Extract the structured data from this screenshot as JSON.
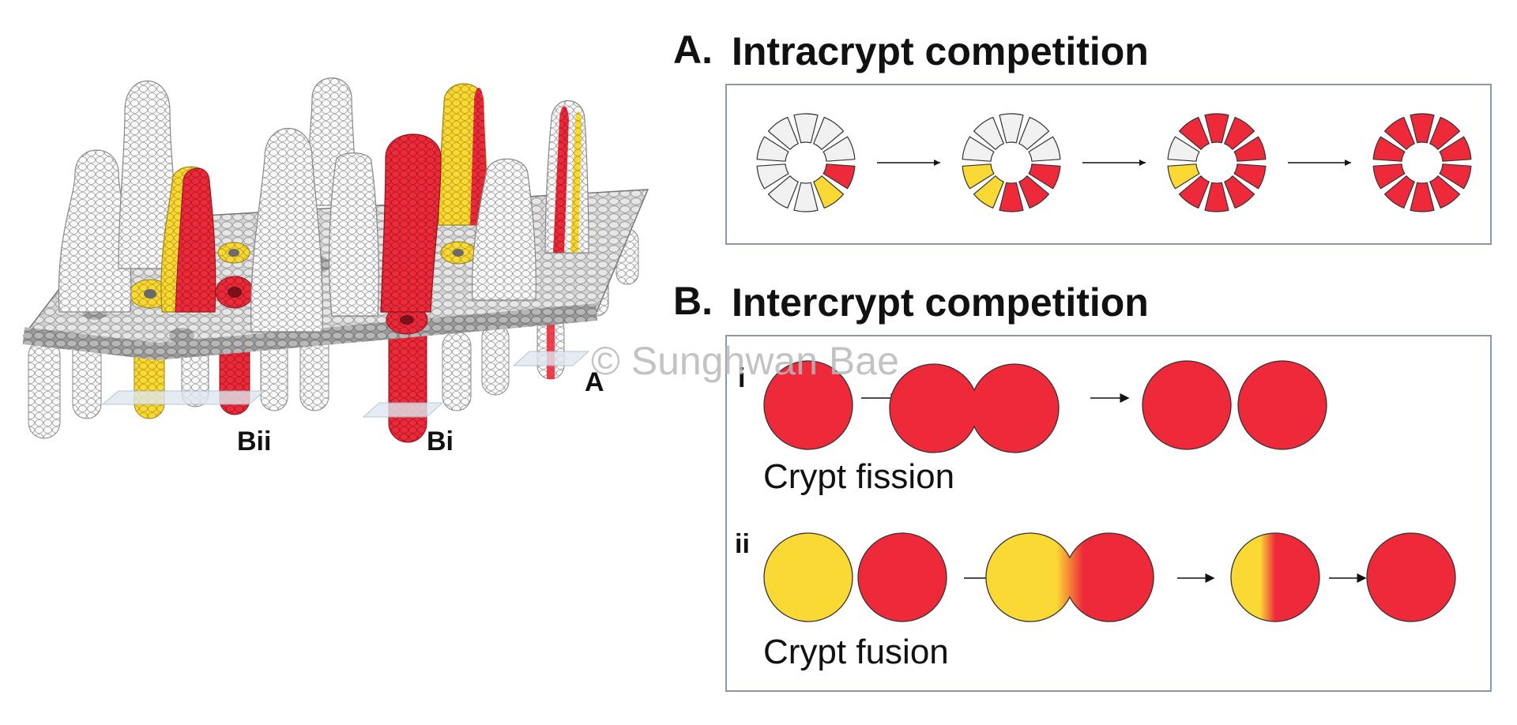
{
  "left_panel": {
    "labels": {
      "bii": "Bii",
      "bi": "Bi",
      "a": "A"
    }
  },
  "panel_a": {
    "letter": "A.",
    "title": "Intracrypt competition",
    "stages": [
      [
        "yellow",
        "white",
        "white",
        "white",
        "white",
        "white",
        "white",
        "white",
        "white",
        "red"
      ],
      [
        "red",
        "red",
        "yellow",
        "yellow",
        "white",
        "white",
        "white",
        "white",
        "white",
        "red"
      ],
      [
        "red",
        "red",
        "red",
        "yellow",
        "white",
        "red",
        "red",
        "red",
        "red",
        "red"
      ],
      [
        "red",
        "red",
        "red",
        "red",
        "red",
        "red",
        "red",
        "red",
        "red",
        "red"
      ]
    ]
  },
  "panel_b": {
    "letter": "B.",
    "title": "Intercrypt competition",
    "sub_i": {
      "numeral": "i",
      "caption": "Crypt fission"
    },
    "sub_ii": {
      "numeral": "ii",
      "caption": "Crypt fusion"
    }
  },
  "watermark": "© Sunghwan Bae",
  "colors": {
    "red": "#ee2a3a",
    "yellow": "#fbd935",
    "white": "#f1f1f1",
    "border": "#8a98a8",
    "grey": "#9a9a9a"
  }
}
